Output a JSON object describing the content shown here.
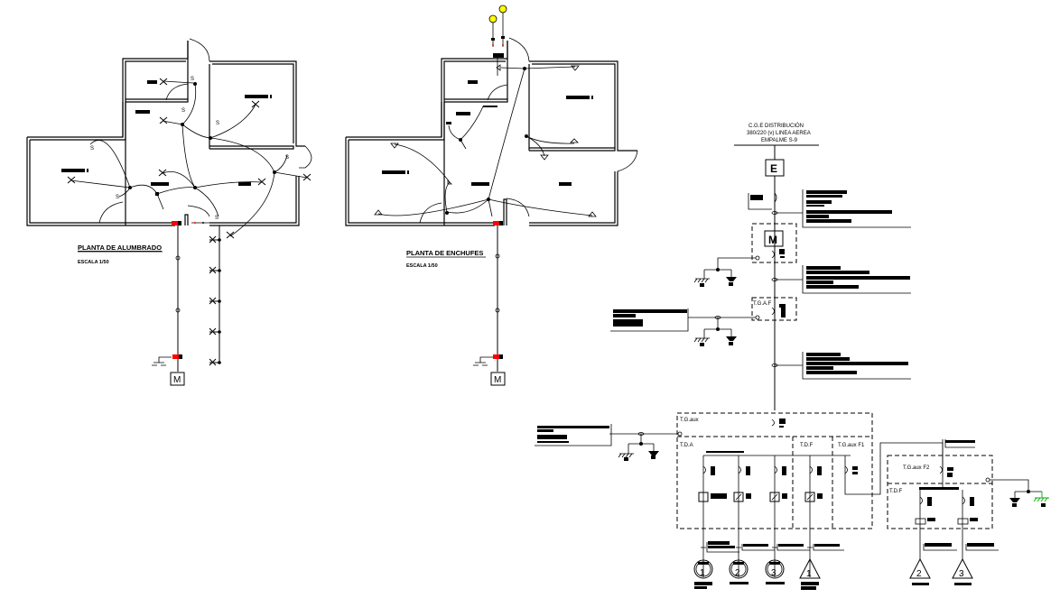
{
  "colors": {
    "background": "#ffffff",
    "line": "#000000",
    "panel_red": "#ff0000",
    "lamp_yellow": "#ffff00",
    "ground_green": "#00b000"
  },
  "plan_lighting": {
    "title": "PLANTA DE ALUMBRADO",
    "scale": "ESCALA 1/50",
    "meter_label": "M",
    "symbols": {
      "light_point": "x-light-icon",
      "switch": "switch-icon",
      "junction": "junction-dot-icon"
    }
  },
  "plan_outlets": {
    "title": "PLANTA DE ENCHUFES",
    "scale": "ESCALA 1/50",
    "meter_label": "M",
    "symbols": {
      "outlet": "outlet-icon",
      "lamp": "garden-lamp-icon"
    }
  },
  "single_line": {
    "supply_lines": [
      "C.G.E DISTRIBUCIÓN",
      "380/220 (v) LINEA AEREA",
      "EMPALME S-9"
    ],
    "empalme_label": "E",
    "meter_label": "M",
    "tgaf_label": "T.G.A.F",
    "tgaux_label": "T.G.aux",
    "tda_label": "T.D.A",
    "tdf_label": "T.D.F",
    "tgaux_f1_label": "T.G.aux F1",
    "tgaux_f2_label": "T.G.aux F2",
    "tdf2_label": "T.D.F",
    "circuits_lighting": [
      "1",
      "2",
      "3"
    ],
    "circuits_power": [
      "1"
    ],
    "circuits_power_f2": [
      "2",
      "3"
    ]
  }
}
